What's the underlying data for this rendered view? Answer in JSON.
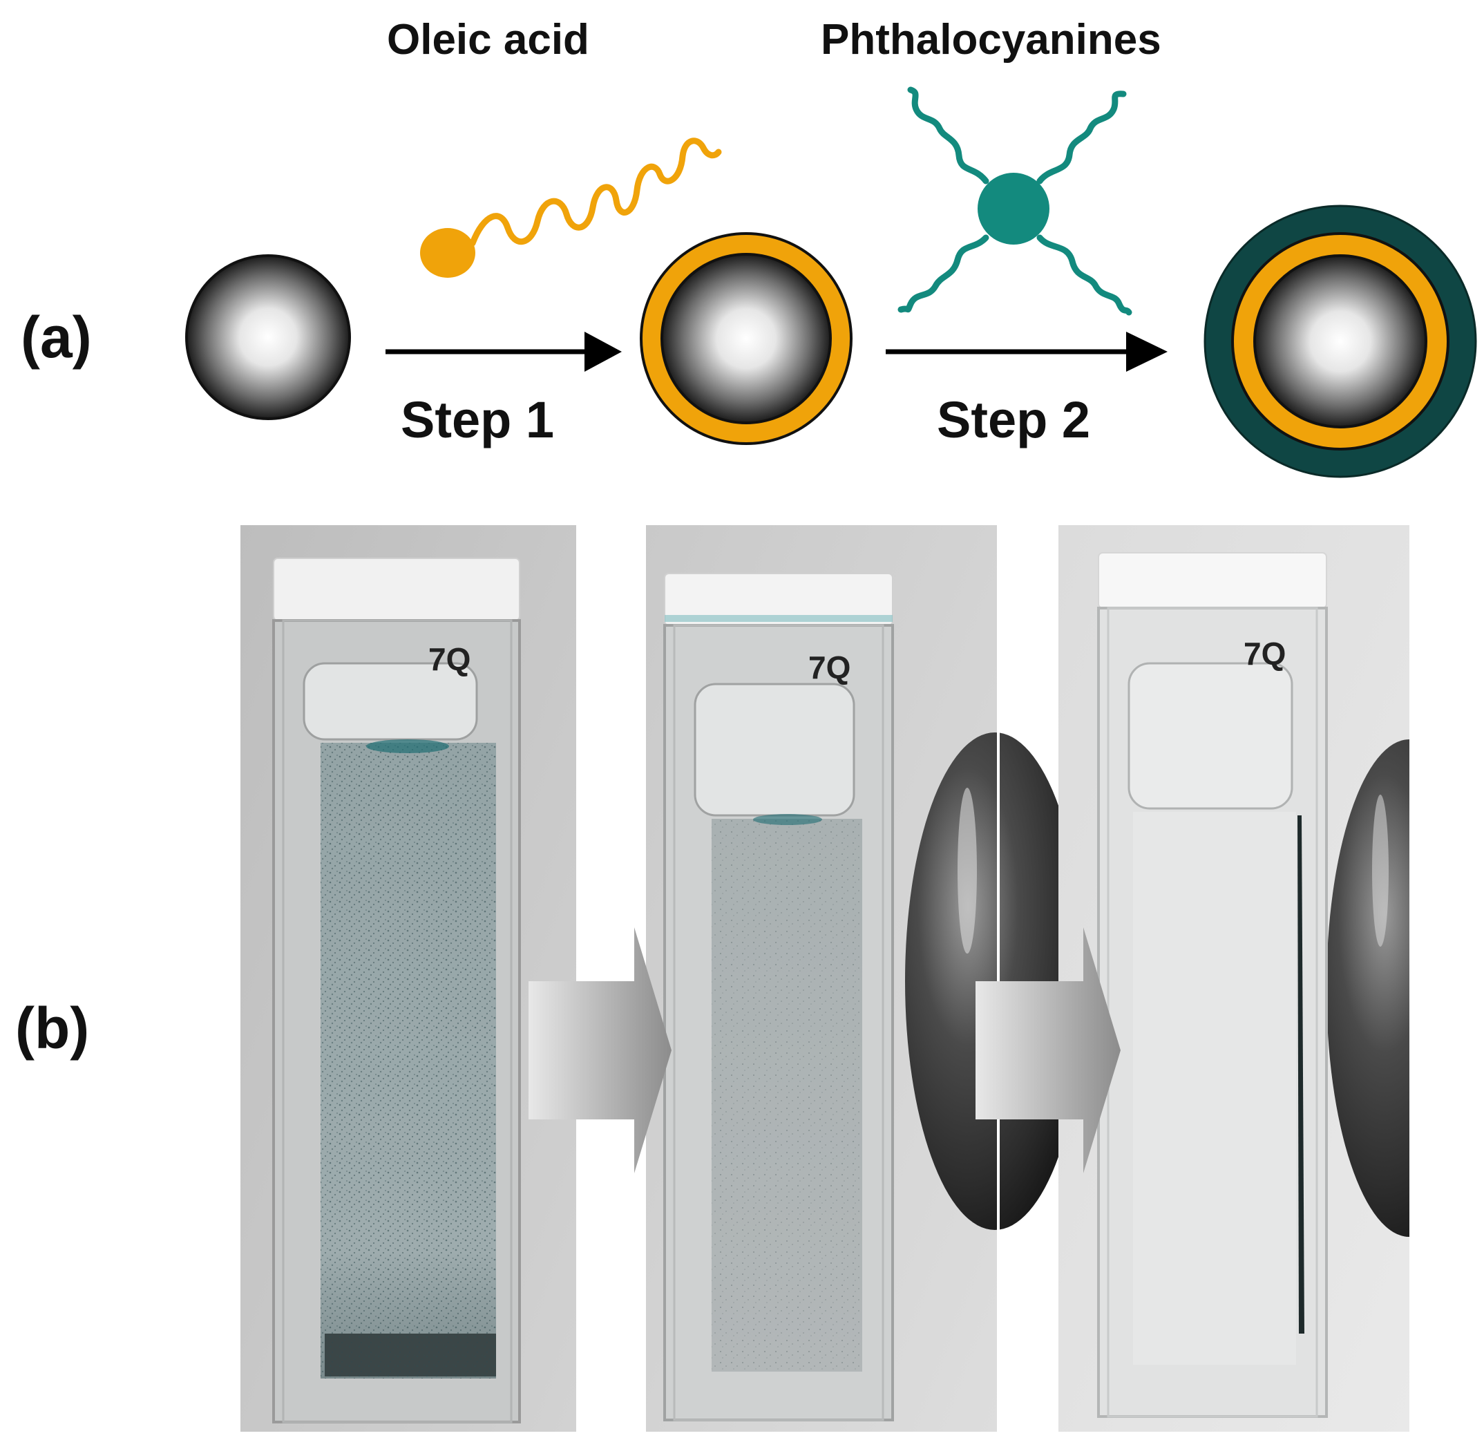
{
  "panel_a": {
    "label": "(a)",
    "reagent_1": "Oleic acid",
    "reagent_2": "Phthalocyanines",
    "step_1": "Step 1",
    "step_2": "Step 2"
  },
  "panel_b": {
    "label": "(b)",
    "cuvettes": [
      {
        "marking": "7Q"
      },
      {
        "marking": "7Q"
      },
      {
        "marking": "7Q"
      }
    ]
  },
  "colors": {
    "oleic_acid": "#f0a30a",
    "phthalocyanine": "#138a7e",
    "outer_shell": "#0f4644",
    "core_dark": "#1a1a1a"
  }
}
